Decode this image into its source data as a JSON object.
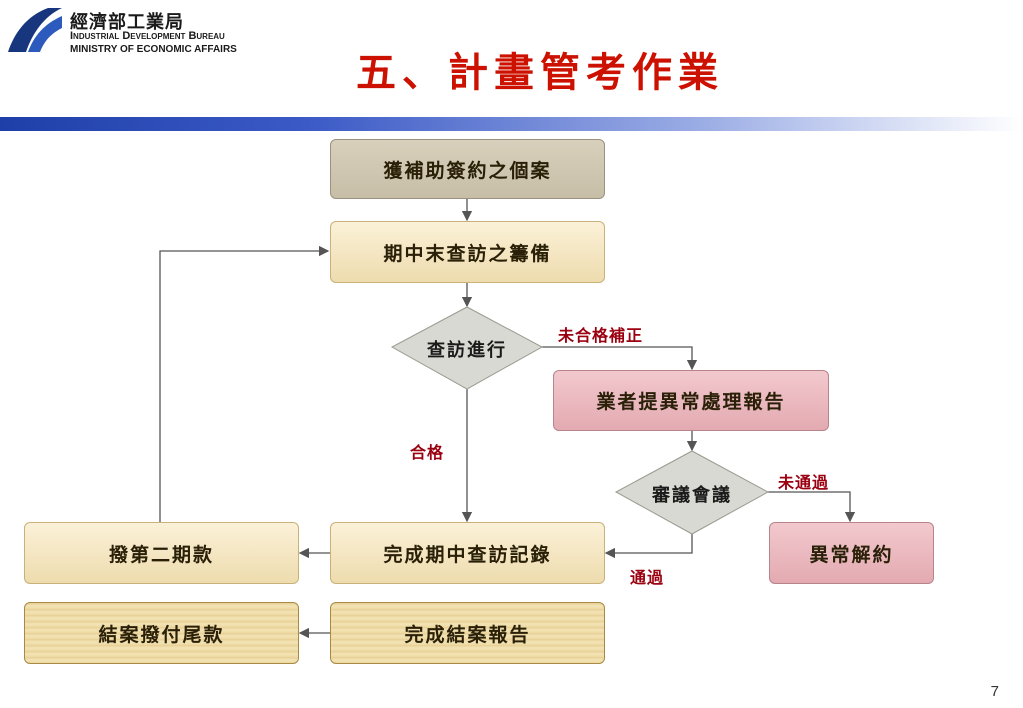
{
  "header": {
    "org_cn": "經濟部工業局",
    "org_en_line1": "Industrial Development Bureau",
    "org_en_line2": "MINISTRY OF ECONOMIC AFFAIRS",
    "title": "五、計畫管考作業"
  },
  "flow": {
    "approved_cases": "獲補助簽約之個案",
    "prepare_visit": "期中末查訪之籌備",
    "visit_in_progress": "查訪進行",
    "abnormal_report": "業者提異常處理報告",
    "review": "審議會議",
    "terminate": "異常解約",
    "complete_record": "完成期中查訪記錄",
    "second_payment": "撥第二期款",
    "complete_final_report": "完成結案報告",
    "final_payment": "結案撥付尾款"
  },
  "labels": {
    "fail_correct": "未合格補正",
    "pass_qualified": "合格",
    "not_passed": "未通過",
    "passed": "通過"
  },
  "page_number": "7",
  "colors": {
    "title": "#cc1100",
    "label": "#9a0010",
    "banner_start": "#1f3fa8"
  }
}
